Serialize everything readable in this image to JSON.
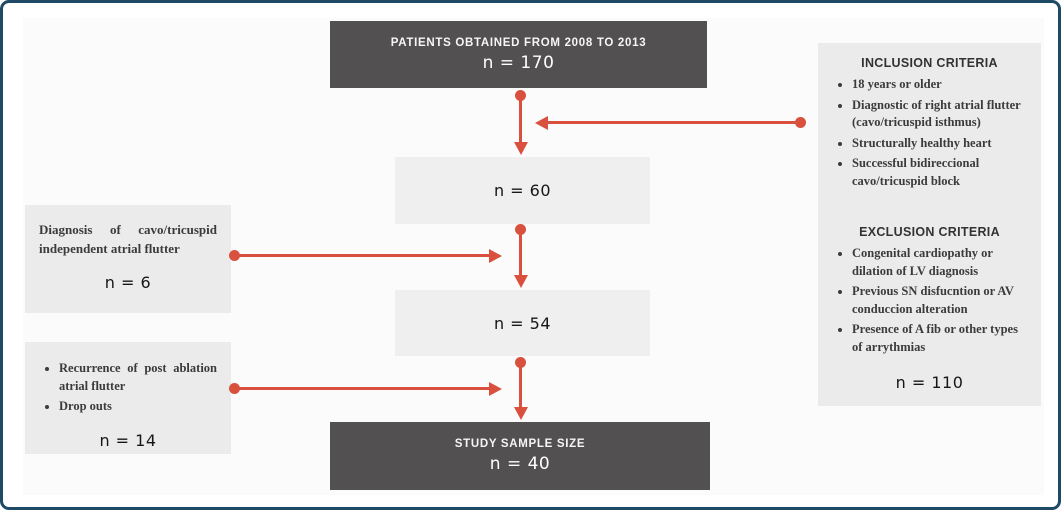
{
  "top_box": {
    "title": "PATIENTS OBTAINED FROM 2008 TO 2013",
    "n": "n = 170"
  },
  "box_60": {
    "n": "n = 60"
  },
  "box_54": {
    "n": "n = 54"
  },
  "bottom_box": {
    "title": "STUDY SAMPLE SIZE",
    "n": "n = 40"
  },
  "left_box_1": {
    "text": "Diagnosis of cavo/tricuspid independent atrial flutter",
    "n": "n = 6"
  },
  "left_box_2": {
    "bullets": [
      "Recurrence of post ablation atrial flutter",
      "Drop outs"
    ],
    "n": "n = 14"
  },
  "right_box": {
    "inclusion": {
      "title": "INCLUSION CRITERIA",
      "bullets": [
        "18 years or older",
        "Diagnostic of right atrial flutter (cavo/tricuspid isthmus)",
        "Structurally healthy heart",
        "Successful bidireccional cavo/tricuspid block"
      ]
    },
    "exclusion": {
      "title": "EXCLUSION  CRITERIA",
      "bullets": [
        "Congenital cardiopathy or dilation of LV diagnosis",
        "Previous SN disfucntion or AV conduccion alteration",
        "Presence of A fib or other types of arrythmias"
      ],
      "n": "n = 110"
    }
  },
  "colors": {
    "dark_box": "#525050",
    "light_box": "#ebebeb",
    "arrow": "#d9503f",
    "border": "#1e4a66"
  }
}
